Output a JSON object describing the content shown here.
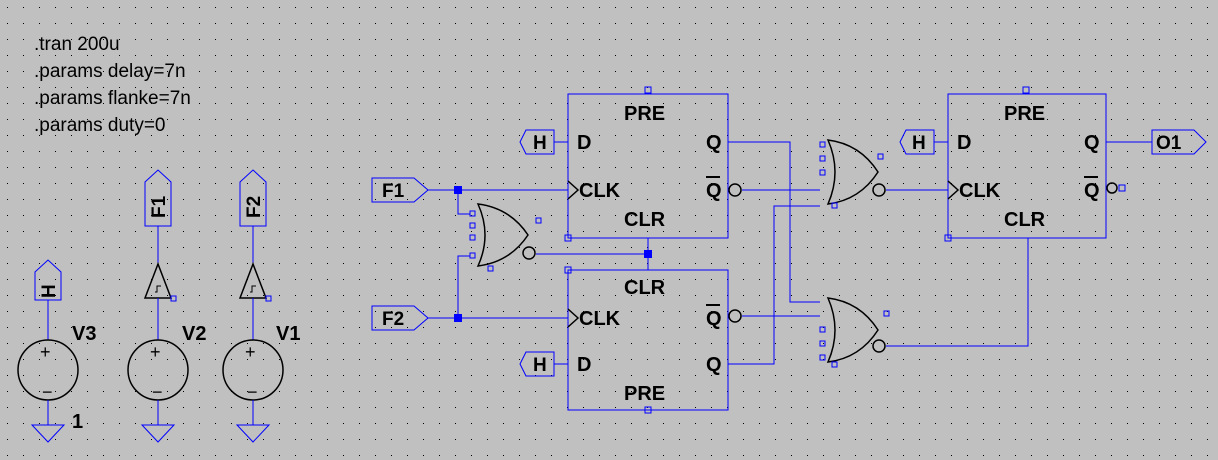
{
  "directives": [
    ".tran 200u",
    ".params delay=7n",
    ".params flanke=7n",
    ".params duty=0"
  ],
  "flipflops": {
    "ff1": {
      "pre": "PRE",
      "d": "D",
      "clk": "CLK",
      "q": "Q",
      "qbar": "Q",
      "clr": "CLR"
    },
    "ff2": {
      "clr": "CLR",
      "clk": "CLK",
      "qbar": "Q",
      "d": "D",
      "q": "Q",
      "pre": "PRE"
    },
    "ff3": {
      "pre": "PRE",
      "d": "D",
      "clk": "CLK",
      "q": "Q",
      "qbar": "Q",
      "clr": "CLR"
    }
  },
  "net_labels": {
    "f1": "F1",
    "f2": "F2",
    "h": "H",
    "o1": "O1"
  },
  "sources": [
    {
      "name": "V3",
      "flag": "H",
      "extra": "1"
    },
    {
      "name": "V2",
      "flag": "F1"
    },
    {
      "name": "V1",
      "flag": "F2"
    }
  ],
  "colors": {
    "background": "#c0c0c0",
    "wire": "#0000ff",
    "symbol": "#000000"
  }
}
